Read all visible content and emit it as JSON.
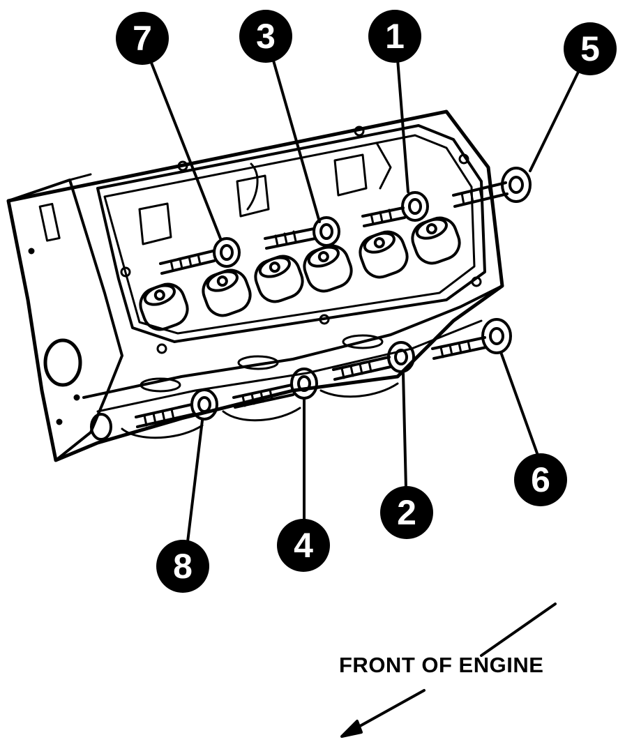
{
  "diagram": {
    "callouts": [
      {
        "id": "bolt-7",
        "label": "7"
      },
      {
        "id": "bolt-3",
        "label": "3"
      },
      {
        "id": "bolt-1",
        "label": "1"
      },
      {
        "id": "bolt-5",
        "label": "5"
      },
      {
        "id": "bolt-6",
        "label": "6"
      },
      {
        "id": "bolt-2",
        "label": "2"
      },
      {
        "id": "bolt-4",
        "label": "4"
      },
      {
        "id": "bolt-8",
        "label": "8"
      }
    ],
    "caption": "FRONT OF ENGINE",
    "colors": {
      "ink": "#000000",
      "paper": "#ffffff"
    }
  }
}
